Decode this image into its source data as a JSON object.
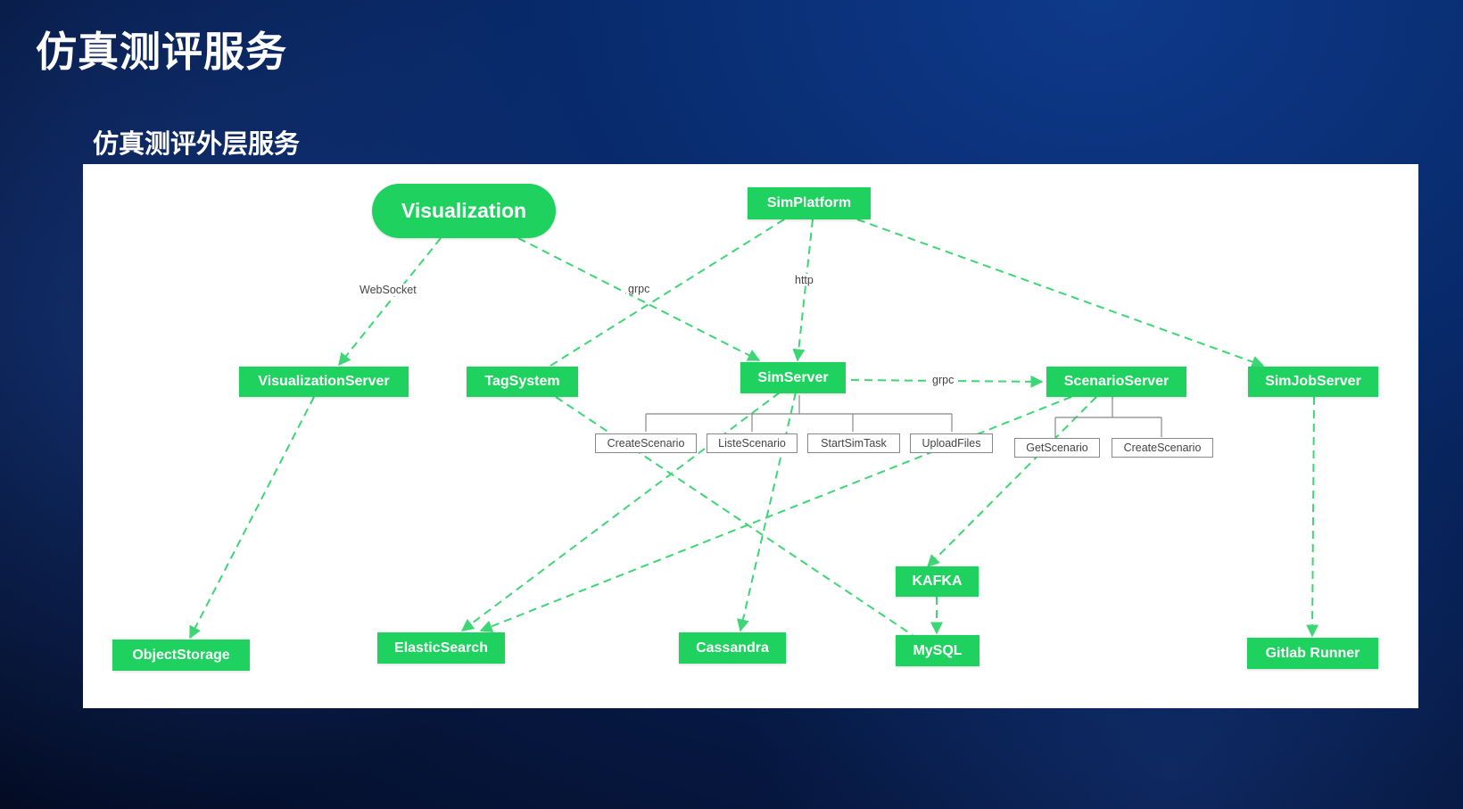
{
  "slide": {
    "title": "仿真测评服务",
    "subtitle": "仿真测评外层服务"
  },
  "colors": {
    "node": "#1fd15f",
    "edge": "#3cd674",
    "panel": "#ffffff"
  },
  "nodes": {
    "visualization": "Visualization",
    "simplatform": "SimPlatform",
    "visualization_server": "VisualizationServer",
    "tag_system": "TagSystem",
    "sim_server": "SimServer",
    "scenario_server": "ScenarioServer",
    "sim_job_server": "SimJobServer",
    "object_storage": "ObjectStorage",
    "elastic_search": "ElasticSearch",
    "cassandra": "Cassandra",
    "kafka": "KAFKA",
    "mysql": "MySQL",
    "gitlab_runner": "Gitlab Runner"
  },
  "methods": {
    "sim_server": [
      "CreateScenario",
      "ListeScenario",
      "StartSimTask",
      "UploadFiles"
    ],
    "scenario_server": [
      "GetScenario",
      "CreateScenario"
    ]
  },
  "edge_labels": {
    "websocket": "WebSocket",
    "grpc_vis": "grpc",
    "http": "http",
    "grpc_sim": "grpc"
  }
}
